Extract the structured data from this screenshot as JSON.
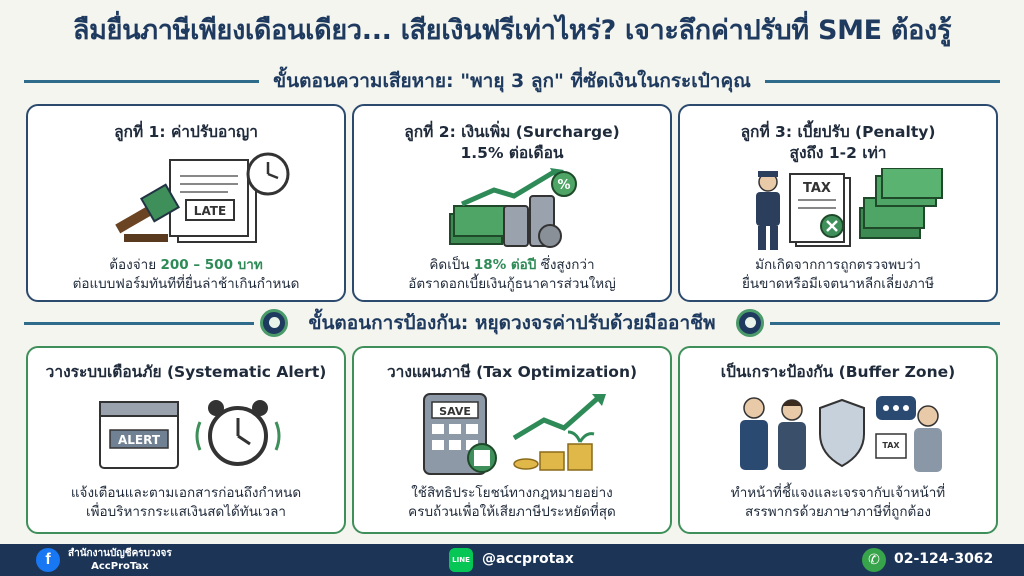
{
  "title": "ลืมยื่นภาษีเพียงเดือนเดียว... เสียเงินฟรีเท่าไหร่? เจาะลึกค่าปรับที่ SME ต้องรู้",
  "section1": {
    "heading": "ขั้นตอนความเสียหาย: \"พายุ 3 ลูก\" ที่ซัดเงินในกระเป๋าคุณ",
    "cards": [
      {
        "title_line1": "ลูกที่ 1: ค่าปรับอาญา",
        "title_line2": "",
        "desc_pre": "ต้องจ่าย ",
        "desc_highlight": "200 – 500 บาท",
        "desc_post": "",
        "desc_line2": "ต่อแบบฟอร์มทันทีที่ยื่นล่าช้าเกินกำหนด",
        "illus_text": "LATE"
      },
      {
        "title_line1": "ลูกที่ 2: เงินเพิ่ม (Surcharge)",
        "title_line2": "1.5% ต่อเดือน",
        "desc_pre": "คิดเป็น ",
        "desc_highlight": "18% ต่อปี",
        "desc_post": " ซึ่งสูงกว่า",
        "desc_line2": "อัตราดอกเบี้ยเงินกู้ธนาคารส่วนใหญ่",
        "illus_text": "%"
      },
      {
        "title_line1": "ลูกที่ 3: เบี้ยปรับ (Penalty)",
        "title_line2": "สูงถึง 1-2 เท่า",
        "desc_pre": "มักเกิดจากการถูกตรวจพบว่า",
        "desc_highlight": "",
        "desc_post": "",
        "desc_line2": "ยื่นขาดหรือมีเจตนาหลีกเลี่ยงภาษี",
        "illus_text": "TAX"
      }
    ]
  },
  "section2": {
    "heading": "ขั้นตอนการป้องกัน: หยุดวงจรค่าปรับด้วยมืออาชีพ",
    "cards": [
      {
        "title_line1": "วางระบบเตือนภัย (Systematic Alert)",
        "desc_line1": "แจ้งเตือนและตามเอกสารก่อนถึงกำหนด",
        "desc_line2": "เพื่อบริหารกระแสเงินสดได้ทันเวลา",
        "illus_text": "ALERT"
      },
      {
        "title_line1": "วางแผนภาษี (Tax Optimization)",
        "desc_line1": "ใช้สิทธิประโยชน์ทางกฎหมายอย่าง",
        "desc_line2": "ครบถ้วนเพื่อให้เสียภาษีประหยัดที่สุด",
        "illus_text": "SAVE"
      },
      {
        "title_line1": "เป็นเกราะป้องกัน (Buffer Zone)",
        "desc_line1": "ทำหน้าที่ชี้แจงและเจรจากับเจ้าหน้าที่",
        "desc_line2": "สรรพากรด้วยภาษาภาษีที่ถูกต้อง",
        "illus_text": "TAX"
      }
    ]
  },
  "footer": {
    "office_line1": "สำนักงานบัญชีครบวงจร",
    "office_line2": "AccProTax",
    "line_icon_text": "LINE",
    "line_id": "@accprotax",
    "phone": "02-124-3062"
  },
  "colors": {
    "navy": "#1f3a5f",
    "green": "#2e8b57",
    "card_border_blue": "#2c4a6e",
    "card_border_green": "#3f8f5a"
  }
}
